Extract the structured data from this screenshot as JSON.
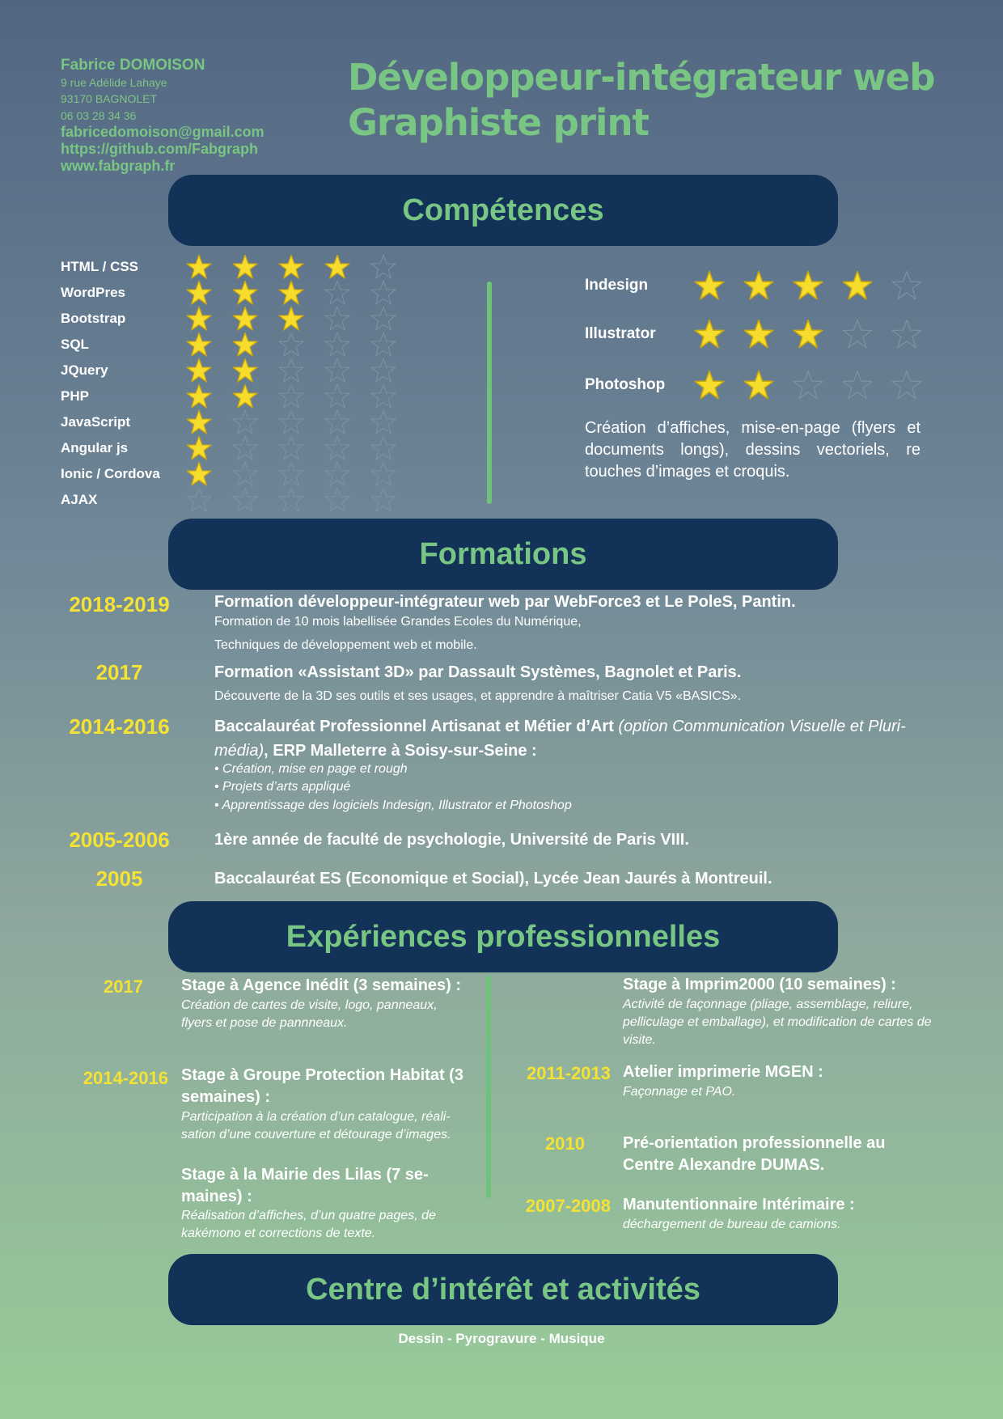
{
  "contact": {
    "name": "Fabrice DOMOISON",
    "address_line1": "9 rue Adélide Lahaye",
    "address_line2": "93170 BAGNOLET",
    "phone": "06 03 28 34 36",
    "email": "fabricedomoison@gmail.com",
    "github": "https://github.com/Fabgraph",
    "website": "www.fabgraph.fr"
  },
  "headline": {
    "line1": "Développeur-intégrateur web",
    "line2": "Graphiste print"
  },
  "colors": {
    "banner_bg": "#123258",
    "green_text": "#79c584",
    "year_yellow": "#f4e235",
    "star_fill": "#f6dc2c",
    "star_stroke": "#c9a80f",
    "star_empty_stroke": "#7f93a0"
  },
  "icons": {
    "rating": "star-icon"
  },
  "skills": {
    "title": "Compétences",
    "web": [
      {
        "name": "HTML / CSS",
        "rating": 4,
        "max": 5
      },
      {
        "name": "WordPres",
        "rating": 3,
        "max": 5
      },
      {
        "name": "Bootstrap",
        "rating": 3,
        "max": 5
      },
      {
        "name": "SQL",
        "rating": 2,
        "max": 5
      },
      {
        "name": "JQuery",
        "rating": 2,
        "max": 5
      },
      {
        "name": "PHP",
        "rating": 2,
        "max": 5
      },
      {
        "name": "JavaScript",
        "rating": 1,
        "max": 5
      },
      {
        "name": "Angular js",
        "rating": 1,
        "max": 5
      },
      {
        "name": "Ionic / Cordova",
        "rating": 1,
        "max": 5
      },
      {
        "name": "AJAX",
        "rating": 0,
        "max": 5
      }
    ],
    "design": [
      {
        "name": "Indesign",
        "rating": 4,
        "max": 5
      },
      {
        "name": "Illustrator",
        "rating": 3,
        "max": 5
      },
      {
        "name": "Photoshop",
        "rating": 2,
        "max": 5
      }
    ],
    "design_description": "Création d’affiches, mise-en-page (flyers et documents longs), dessins vectoriels, re touches d’images et croquis."
  },
  "formations": {
    "title": "Formations",
    "items": [
      {
        "year": "2018-2019",
        "title": "Formation développeur-intégrateur web par WebForce3 et Le PoleS, Pantin.",
        "desc1": "Formation de 10 mois labellisée Grandes Ecoles du Numérique,",
        "desc2": "Techniques de développement web et mobile."
      },
      {
        "year": "2017",
        "title": "Formation «Assistant 3D»  par Dassault Systèmes, Bagnolet et Paris.",
        "desc1": "Découverte de la 3D ses outils et ses usages, et apprendre à maîtriser Catia V5 «BASICS»."
      },
      {
        "year": "2014-2016",
        "title_bold": "Baccalauréat Professionnel Artisanat et Métier d’Art",
        "title_italic": " (option Communication Visuelle et Pluri-média)",
        "title_bold2": ", ERP Malleterre à Soisy-sur-Seine :",
        "bullets": [
          "• Création, mise en page et rough",
          "• Projets d’arts appliqué",
          "• Apprentissage des logiciels Indesign, Illustrator et Photoshop"
        ]
      },
      {
        "year": "2005-2006",
        "title": "1ère année de faculté de psychologie, Université de Paris VIII."
      },
      {
        "year": "2005",
        "title": "Baccalauréat ES (Economique et Social), Lycée Jean Jaurés à Montreuil."
      }
    ]
  },
  "experiences": {
    "title": "Expériences professionnelles",
    "left": [
      {
        "year": "2017",
        "title": "Stage à Agence Inédit (3 semaines) :",
        "desc": "Création de cartes de visite, logo, panneaux, flyers et pose de pannneaux."
      },
      {
        "year": "2014-2016",
        "title": "Stage à Groupe Protection Habitat (3 semaines) :",
        "desc": "Participation à la création d’un catalogue, réali-sation d’une couverture et détourage d’images."
      },
      {
        "year": "",
        "title": "Stage à la Mairie des Lilas (7 se-maines) :",
        "desc": "Réalisation d’affiches, d’un quatre pages, de kakémono et corrections de texte."
      }
    ],
    "right": [
      {
        "year": "",
        "title": "Stage à Imprim2000 (10 semaines) :",
        "desc": "Activité de façonnage (pliage, assemblage, reliure, pelliculage et emballage), et modification de cartes de visite."
      },
      {
        "year": "2011-2013",
        "title": "Atelier imprimerie MGEN :",
        "desc": "Façonnage et PAO."
      },
      {
        "year": "2010",
        "title": "Pré-orientation professionnelle au Centre Alexandre DUMAS.",
        "desc": ""
      },
      {
        "year": "2007-2008",
        "title": "Manutentionnaire Intérimaire :",
        "desc": "déchargement de bureau de camions."
      }
    ]
  },
  "interests": {
    "title": "Centre d’intérêt et activités",
    "list": "Dessin - Pyrogravure - Musique"
  }
}
